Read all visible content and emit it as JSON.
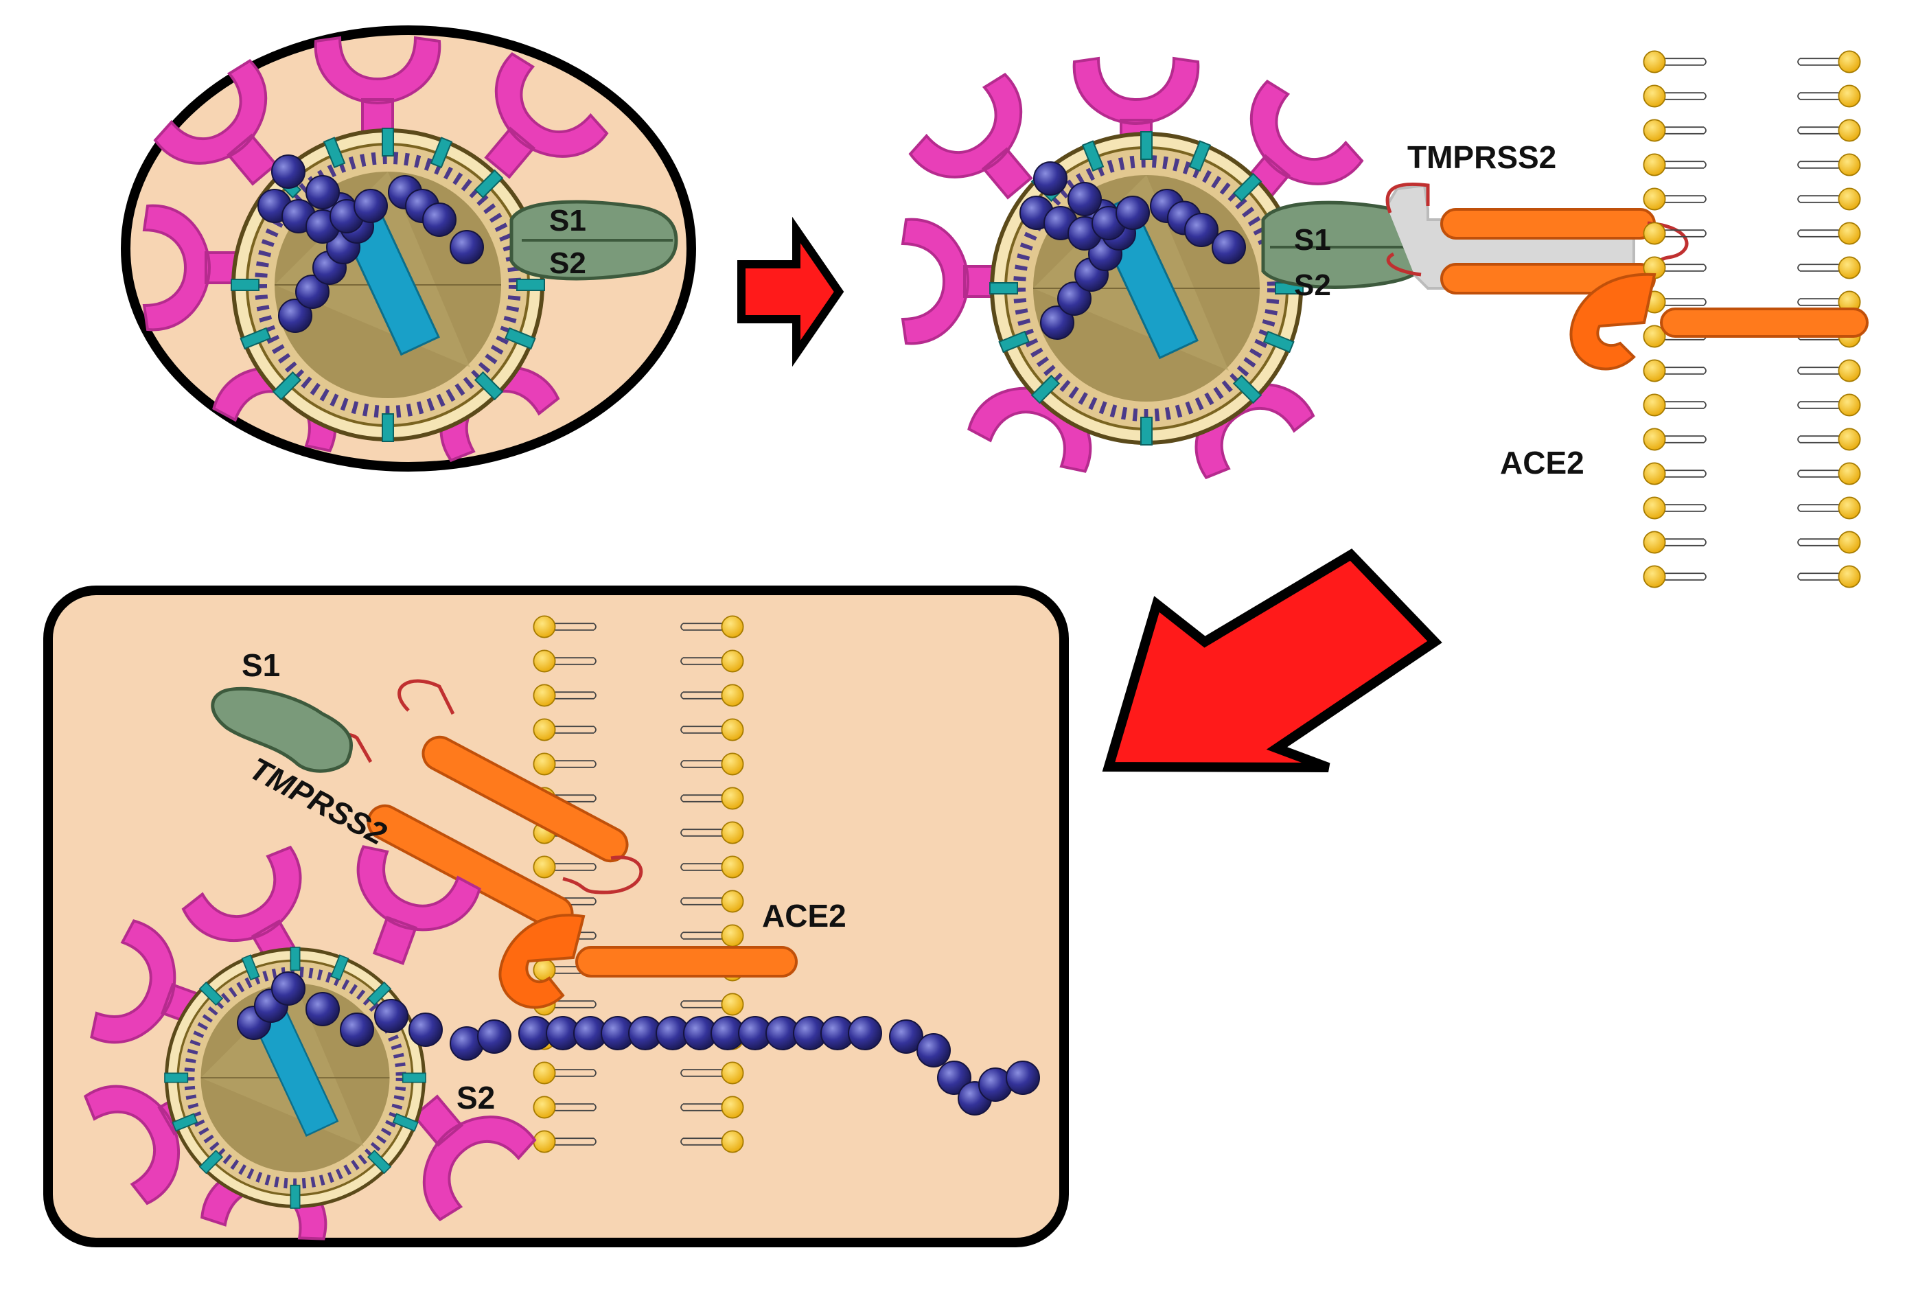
{
  "labels": {
    "s1": "S1",
    "s2": "S2",
    "tmprss2": "TMPRSS2",
    "ace2": "ACE2"
  },
  "colors": {
    "background": "#ffffff",
    "panel_fill": "#f7d5b3",
    "panel_border": "#000000",
    "spike": "#e83fb8",
    "viral_envelope": "#e2c890",
    "viral_core": "#a89358",
    "rna_bead": "#2d2c84",
    "rna_highlight": "#7a7fd6",
    "protein_green": "#7a9a7a",
    "tmprss2_orange": "#ff7a1c",
    "ace2_orange": "#ff6a10",
    "lipid_head": "#f4c430",
    "transition_arrow": "#ff1a1a",
    "teal_marker": "#1aa5a5"
  },
  "icons": [
    "sars-cov-2-virion-icon",
    "spike-protein-icon",
    "rna-strand-icon",
    "lipid-bilayer-icon",
    "tmprss2-protease-icon",
    "ace2-receptor-icon",
    "transition-arrow-icon"
  ]
}
